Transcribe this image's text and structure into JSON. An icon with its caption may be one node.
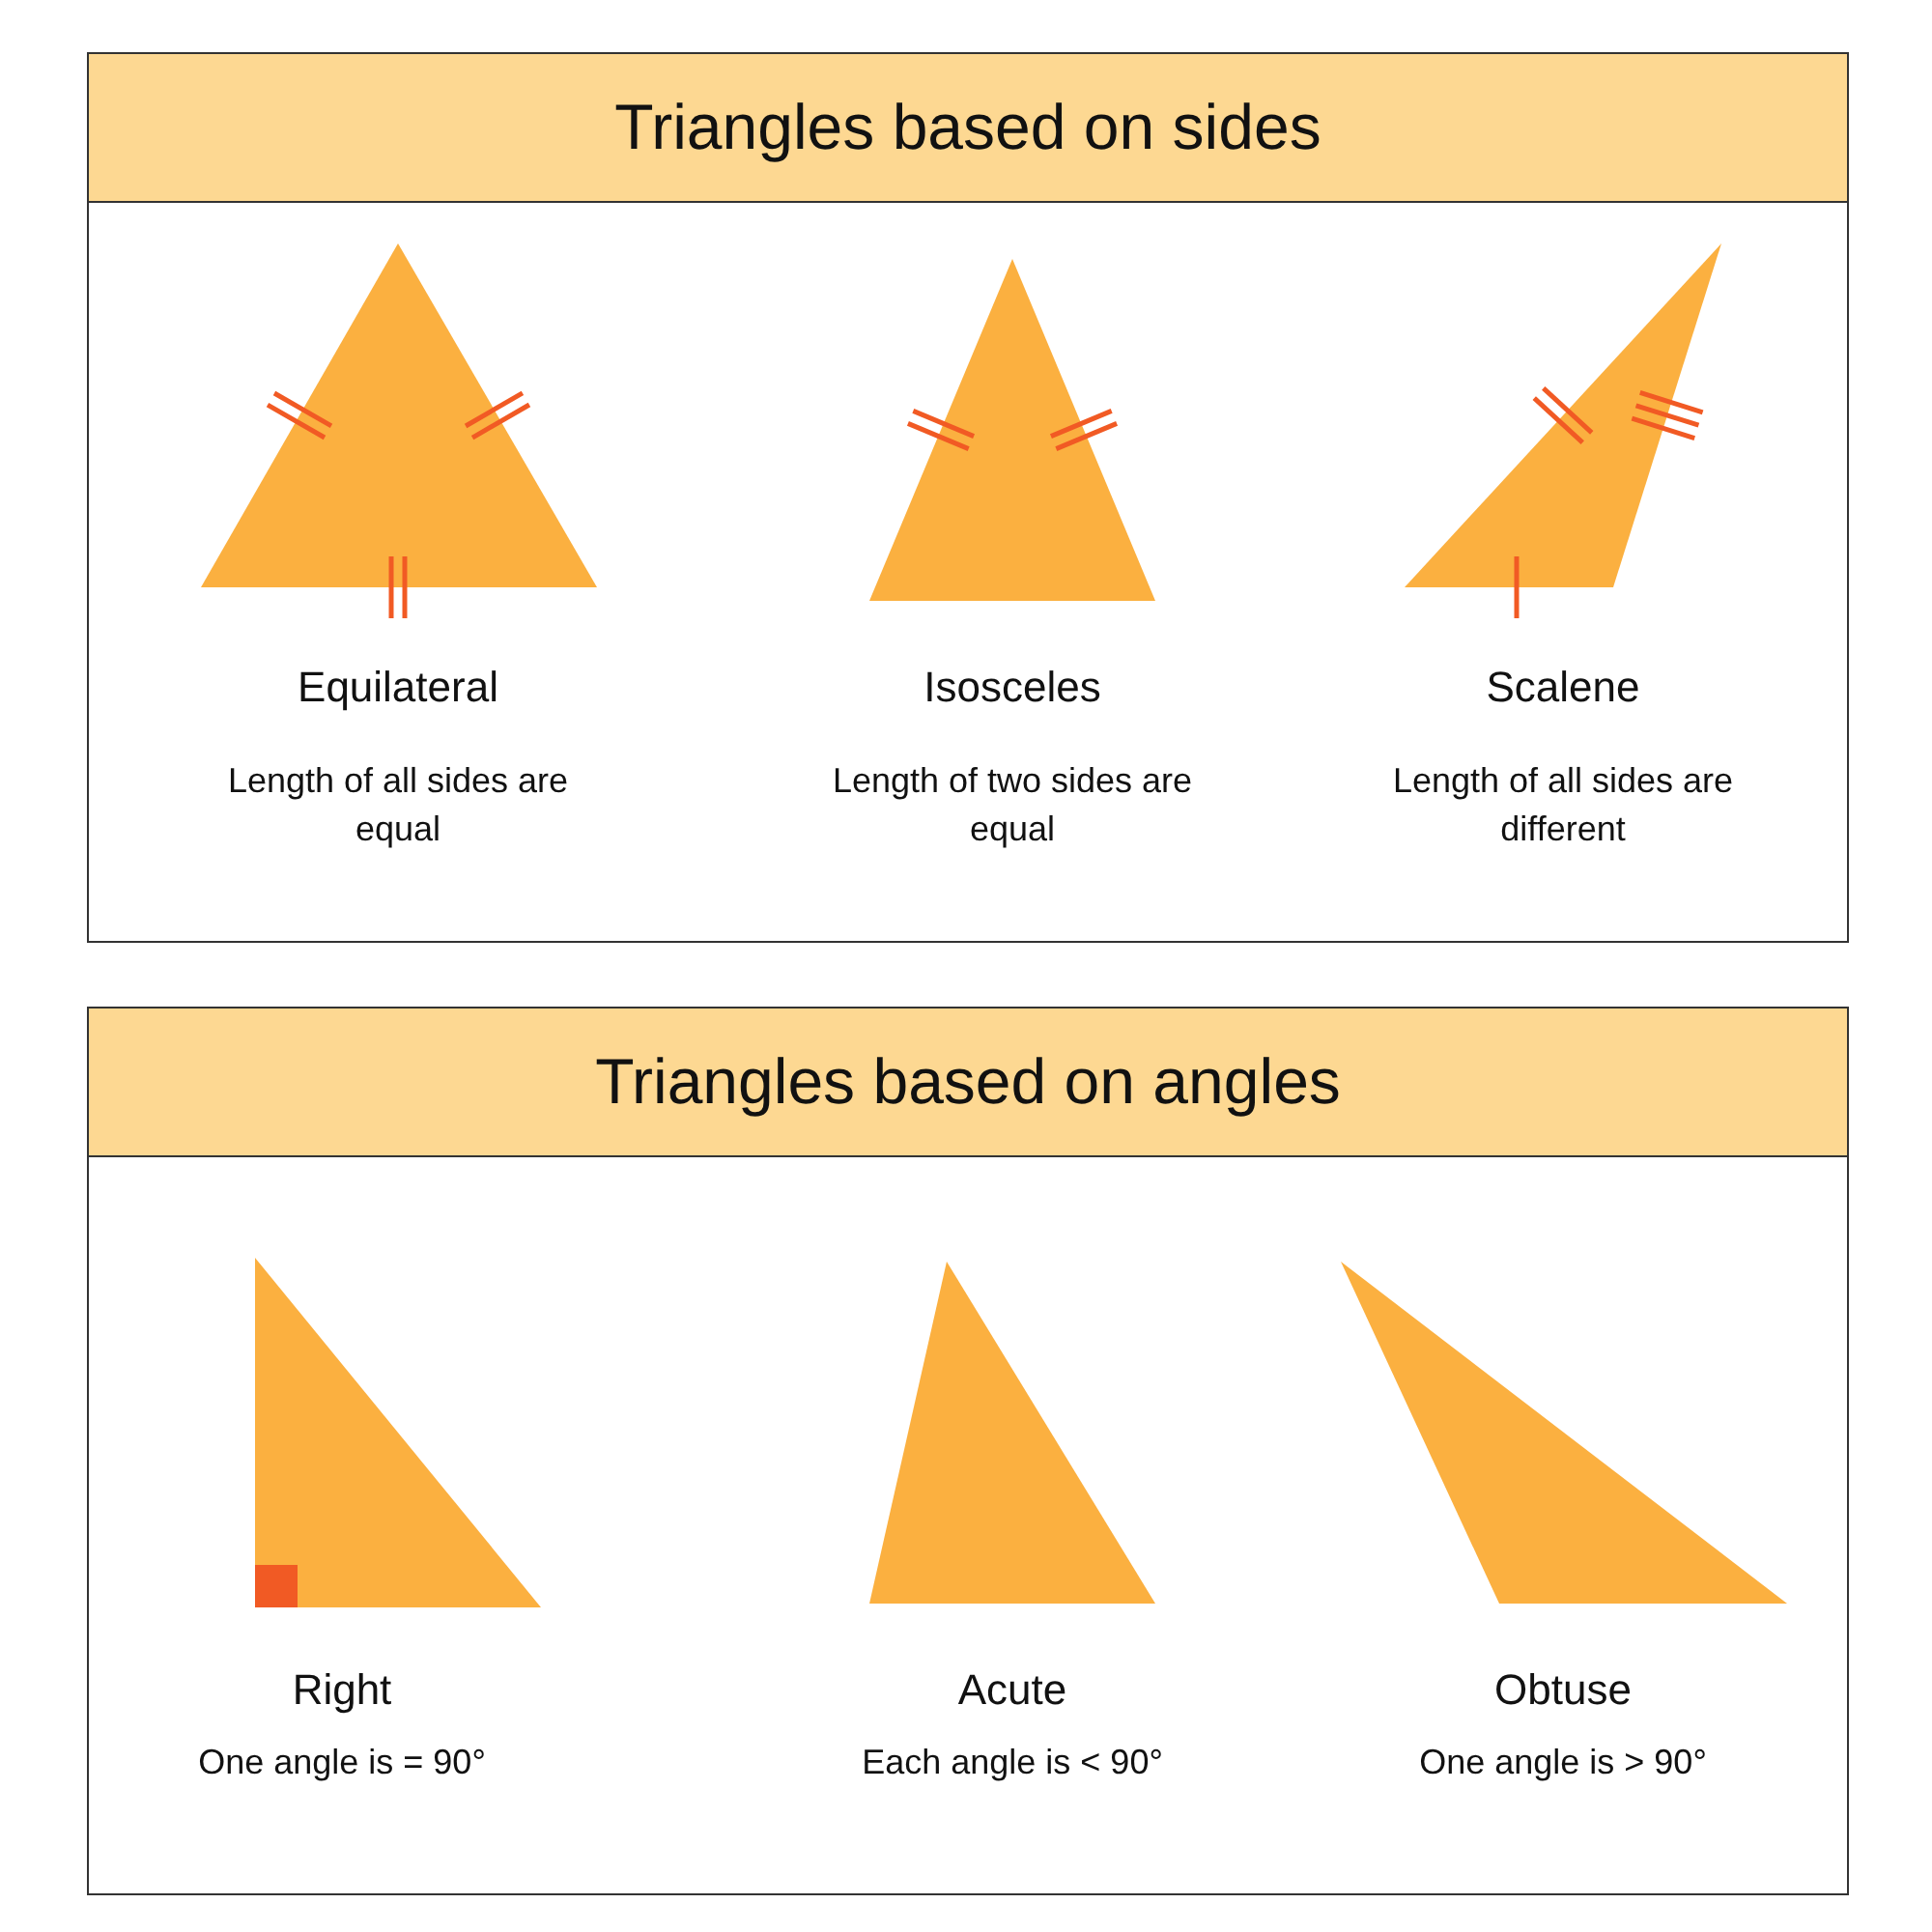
{
  "diagram": {
    "nodes": [
      {
        "text": [
          "Triangles based on sides"
        ]
      },
      {
        "text": [
          "Triangles based on angles"
        ]
      }
    ],
    "labels": [
      "Equilateral",
      "Isosceles",
      "Scalene",
      "Length of all sides are equal",
      "Length of two sides are equal",
      "Length of all sides are different",
      "Right",
      "Acute",
      "Obtuse",
      "One angle is = 90°",
      "Each angle is < 90°",
      "One angle is > 90°"
    ]
  }
}
